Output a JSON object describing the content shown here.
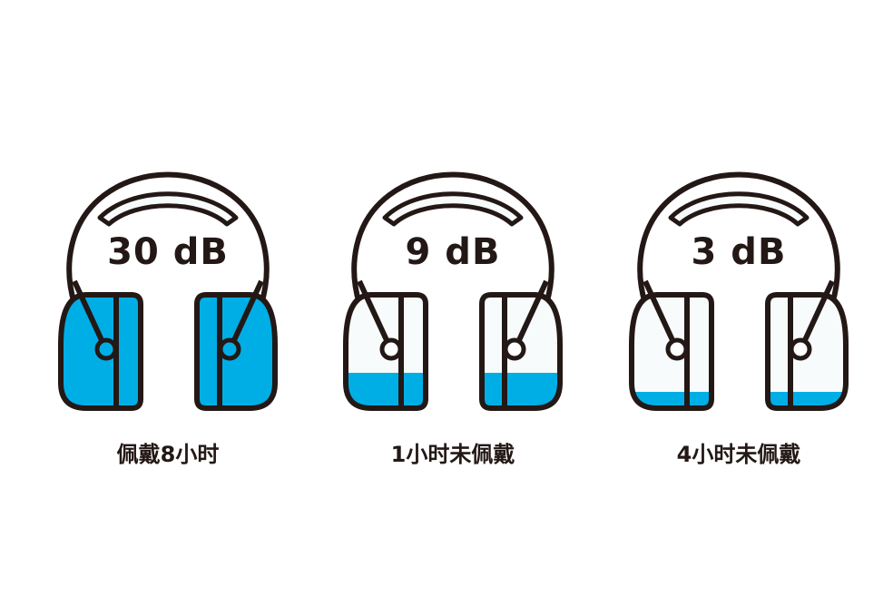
{
  "colors": {
    "accent_blue": "#00AEE6",
    "outline": "#231815",
    "cup_empty": "#F7FBFB",
    "background": "#FFFFFF"
  },
  "items": [
    {
      "level": "30 dB",
      "caption": "佩戴8小时",
      "fill_ratio": 1.0
    },
    {
      "level": "9 dB",
      "caption": "1小时未佩戴",
      "fill_ratio": 0.3
    },
    {
      "level": "3 dB",
      "caption": "4小时未佩戴",
      "fill_ratio": 0.13
    }
  ]
}
